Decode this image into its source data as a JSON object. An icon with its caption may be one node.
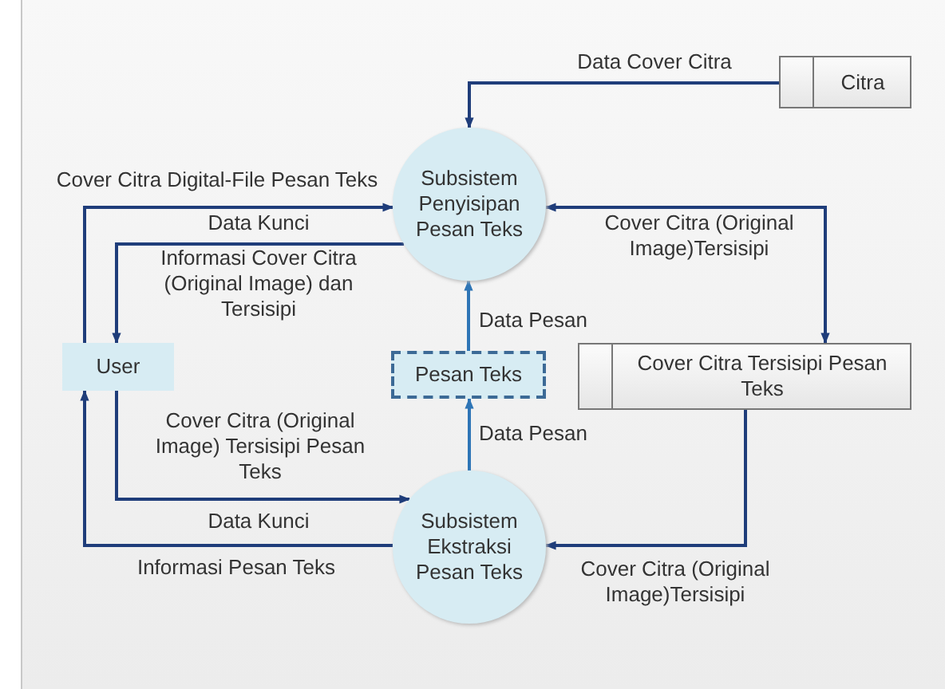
{
  "diagram": {
    "nodes": [
      {
        "text": [
          "Subsistem Penyisipan Pesan Teks"
        ]
      },
      {
        "text": [
          "Citra"
        ]
      },
      {
        "text": [
          "User"
        ]
      },
      {
        "text": [
          "Pesan Teks"
        ]
      },
      {
        "text": [
          "Cover Citra Tersisipi Pesan Teks"
        ]
      },
      {
        "text": [
          "Subsistem Ekstraksi Pesan Teks"
        ]
      }
    ],
    "edges": [
      {
        "from": 1,
        "to": 0,
        "arrow": "to",
        "label": "Data Cover Citra"
      },
      {
        "from": 2,
        "to": 0,
        "arrow": "to",
        "label": "Cover Citra Digital-File Pesan Teks"
      },
      {
        "from": 0,
        "to": 2,
        "arrow": "to",
        "label": "Informasi Cover Citra (Original Image) dan Tersisipi"
      },
      {
        "from": 0,
        "to": 4,
        "arrow": "both",
        "label": "Cover Citra (Original Image)Tersisipi"
      },
      {
        "from": 3,
        "to": 0,
        "arrow": "to",
        "label": "Data Pesan",
        "color": "#2e75b6"
      },
      {
        "from": 5,
        "to": 3,
        "arrow": "to",
        "label": "Data Pesan",
        "color": "#2e75b6"
      },
      {
        "from": 2,
        "to": 5,
        "arrow": "to",
        "label": "Cover Citra (Original Image) Tersisipi Pesan Teks"
      },
      {
        "from": 4,
        "to": 5,
        "arrow": "to",
        "label": "Cover Citra (Original Image)Tersisipi"
      },
      {
        "from": 5,
        "to": 2,
        "arrow": "to",
        "label": "Informasi Pesan Teks"
      }
    ],
    "labels": [
      "Data Kunci",
      "Data Kunci"
    ]
  }
}
